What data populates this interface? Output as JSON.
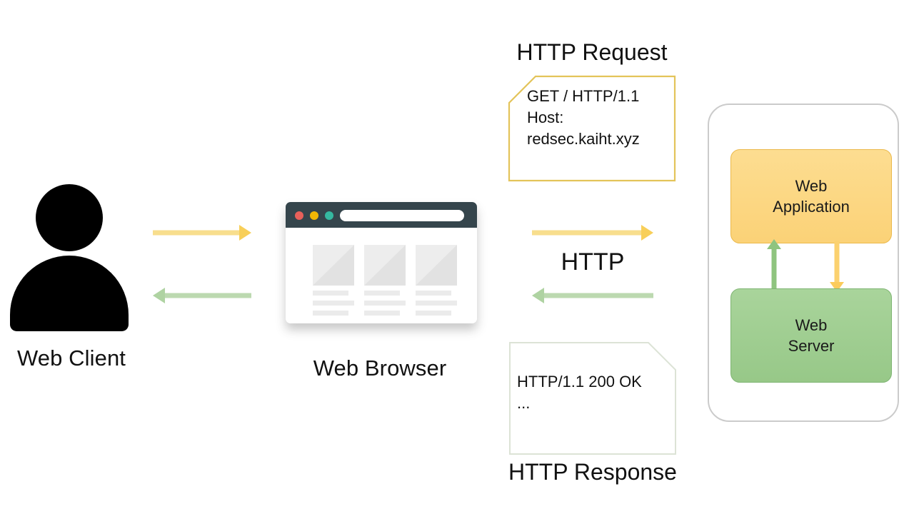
{
  "diagram": {
    "title": "HTTP Request/Response flow between Web Client, Web Browser and Web Server",
    "colors": {
      "arrow_request": "#F8DE8D",
      "arrow_response": "#BCD9B0",
      "web_application_fill": "#FBD277",
      "web_application_border": "#EBB94C",
      "web_server_fill": "#97C888",
      "web_server_border": "#7FB573",
      "note_request_border": "#E3C45A",
      "note_response_border": "#DCE3D6",
      "container_border": "#CBCBCB",
      "browser_titlebar": "#35454C",
      "dot_red": "#E8605A",
      "dot_yellow": "#F2B705",
      "dot_teal": "#35B8A0",
      "text": "#111111"
    }
  },
  "client": {
    "label": "Web Client",
    "icon": "person-icon"
  },
  "browser": {
    "label": "Web Browser",
    "icon": "browser-window-icon",
    "window_dots": [
      "close-dot",
      "minimize-dot",
      "maximize-dot"
    ],
    "url_bar_value": "",
    "placeholder_columns": 3,
    "placeholder_lines_per_column": 3
  },
  "arrows": {
    "client_to_browser": "request-arrow-right",
    "browser_to_client": "response-arrow-left",
    "browser_to_server": "request-arrow-right",
    "server_to_browser": "response-arrow-left",
    "protocol_label": "HTTP",
    "server_up": "response-arrow-up",
    "server_down": "request-arrow-down"
  },
  "request_note": {
    "title": "HTTP Request",
    "body": "GET / HTTP/1.1\nHost:\nredsec.kaiht.xyz"
  },
  "response_note": {
    "title": "HTTP Response",
    "body": "HTTP/1.1 200 OK\n..."
  },
  "server": {
    "container": "server-container",
    "web_application": "Web\nApplication",
    "web_server": "Web\nServer"
  }
}
